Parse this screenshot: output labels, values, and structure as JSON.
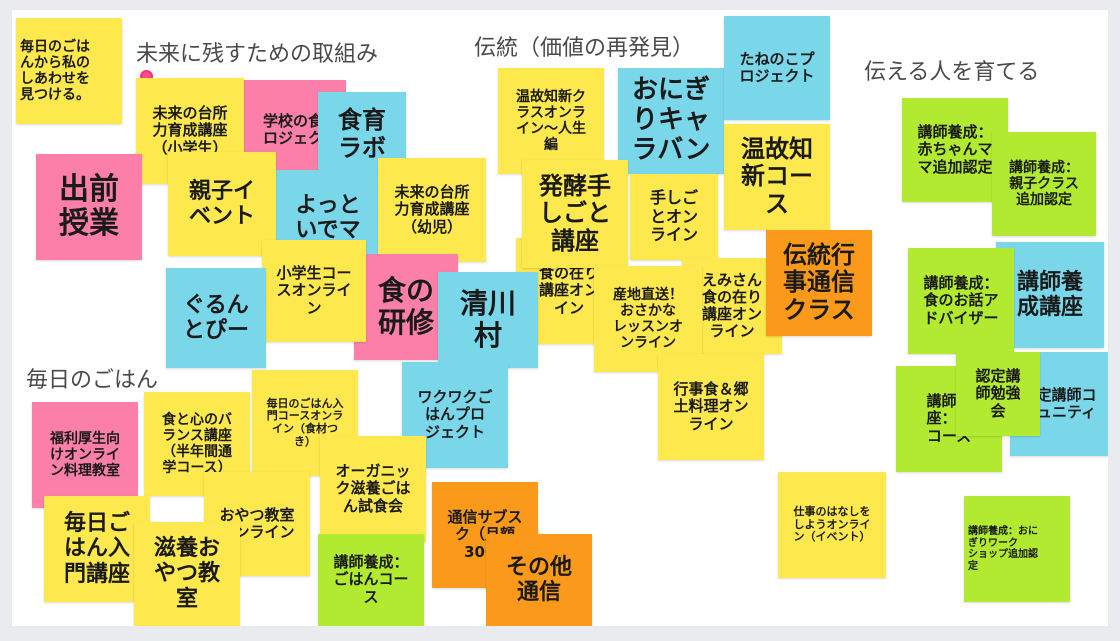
{
  "headings": {
    "future": "未来に残すための取組み",
    "tradition": "伝統（価値の再発見）",
    "teach": "伝える人を育てる",
    "daily": "毎日のごはん"
  },
  "colors": {
    "yellow": "#fde84e",
    "pink": "#fb7fa9",
    "blue": "#7ad7ea",
    "orange": "#fb9a1a",
    "green": "#b1ea30"
  },
  "notes": [
    {
      "key": "n01",
      "text": "毎日のごは\nんから私の\nしあわせを\n見つける。"
    },
    {
      "key": "n02",
      "text": "未来の台所\n力育成講座\n（小学生）"
    },
    {
      "key": "n03",
      "text": "学校の食\nロジェク"
    },
    {
      "key": "n04",
      "text": "食育\nラボ"
    },
    {
      "key": "n05",
      "text": "出前\n授業"
    },
    {
      "key": "n06",
      "text": "よっと\nいでマ"
    },
    {
      "key": "n07",
      "text": "親子イ\nベント"
    },
    {
      "key": "n08",
      "text": "未来の台所\n力育成講座\n（幼児）"
    },
    {
      "key": "n09",
      "text": "食の\n研修"
    },
    {
      "key": "n10",
      "text": "小学生コー\nスオンライ\nン"
    },
    {
      "key": "n11",
      "text": "ぐるん\nとぴー"
    },
    {
      "key": "n12",
      "text": "温故知新ク\nラスオンラ\nイン〜人生\n編"
    },
    {
      "key": "n13",
      "text": "おにぎ\nりキャ\nラバン"
    },
    {
      "key": "n14",
      "text": "たねのこプ\nロジェクト"
    },
    {
      "key": "n15",
      "text": "温故知\n新コー\nス"
    },
    {
      "key": "n16",
      "text": "食の在り\n講座オン\nイン"
    },
    {
      "key": "n17",
      "text": "発酵手\nしごと\n講座"
    },
    {
      "key": "n18",
      "text": "手しご\nとオン\nライン"
    },
    {
      "key": "n19",
      "text": "えみさん\n食の在り\n講座オン\nライン"
    },
    {
      "key": "n20",
      "text": "伝統行\n事通信\nクラス"
    },
    {
      "key": "n21",
      "text": "清川\n村"
    },
    {
      "key": "n22",
      "text": "産地直送！\nおさかな\nレッスンオ\nンライン"
    },
    {
      "key": "n23",
      "text": "行事食＆郷\n土料理オン\nライン"
    },
    {
      "key": "n24",
      "text": "ワクワクご\nはんプロ\nジェクト"
    },
    {
      "key": "n25",
      "text": "講師養成：\n赤ちゃんマ\nマ追加認定"
    },
    {
      "key": "n26",
      "text": "講師養成：\n親子クラス\n追加認定"
    },
    {
      "key": "n27",
      "text": "講師養\n成講座"
    },
    {
      "key": "n28",
      "text": "講師養成：\n食のお話ア\nドバイザー"
    },
    {
      "key": "n29",
      "text": "認定講師コ\nミュニティ"
    },
    {
      "key": "n30",
      "text": "講師養\n座：お\nコース"
    },
    {
      "key": "n31",
      "text": "認定講\n師勉強\n会"
    },
    {
      "key": "n32",
      "text": "福利厚生向\nけオンライ\nン料理教室"
    },
    {
      "key": "n33",
      "text": "食と心のバ\nランス講座\n（半年間通\n学コース）"
    },
    {
      "key": "n34",
      "text": "毎日のごはん入\n門コースオンラ\nイン（食材つ\nき）"
    },
    {
      "key": "n35",
      "text": "おやつ教室\nオンライン"
    },
    {
      "key": "n36",
      "text": "オーガニッ\nク滋養ごは\nん試食会"
    },
    {
      "key": "n37",
      "text": "毎日ご\nはん入\n門講座"
    },
    {
      "key": "n38",
      "text": "滋養お\nやつ教\n室"
    },
    {
      "key": "n39",
      "text": "講師養成：\nごはんコー\nス"
    },
    {
      "key": "n40",
      "text": "通信サブス\nク（月額\n3000"
    },
    {
      "key": "n41",
      "text": "その他\n通信"
    },
    {
      "key": "n42",
      "text": "仕事のはなしを\nしようオンライ\nン（イベント）"
    },
    {
      "key": "n43",
      "text": "講師養成：おに\nぎりワーク\nショップ追加認\n定"
    }
  ]
}
